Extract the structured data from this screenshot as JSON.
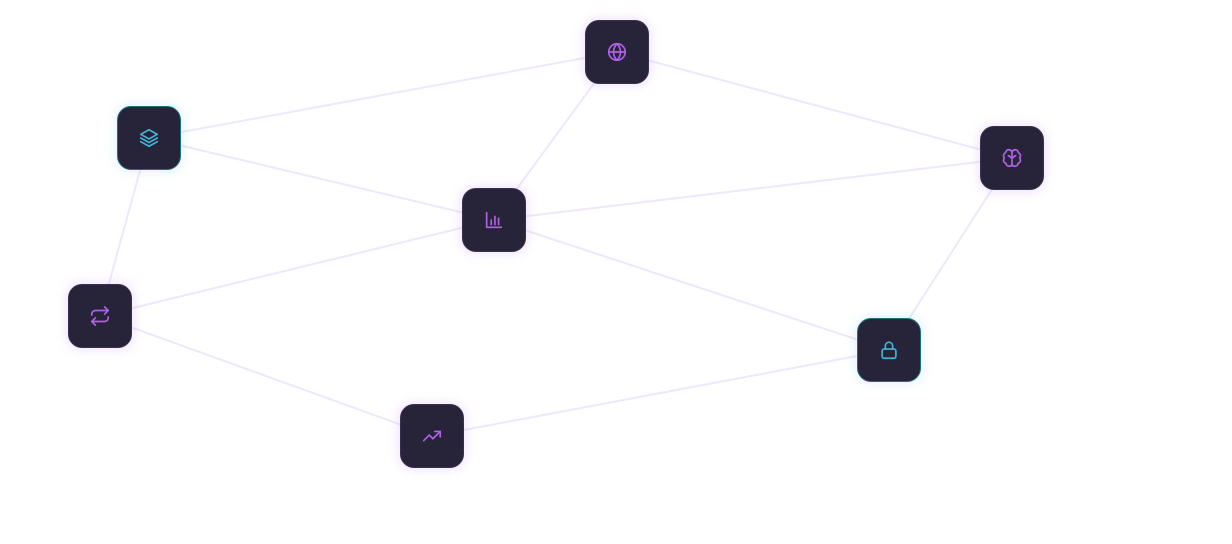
{
  "diagram": {
    "nodes": [
      {
        "id": "globe",
        "icon": "globe-icon",
        "accent": "#b062e6"
      },
      {
        "id": "layers",
        "icon": "layers-icon",
        "accent": "#3fb6d8"
      },
      {
        "id": "brain",
        "icon": "brain-icon",
        "accent": "#b062e6"
      },
      {
        "id": "chart",
        "icon": "bar-chart-icon",
        "accent": "#b062e6"
      },
      {
        "id": "repeat",
        "icon": "repeat-icon",
        "accent": "#b062e6"
      },
      {
        "id": "lock",
        "icon": "lock-icon",
        "accent": "#3fb6d8"
      },
      {
        "id": "trend",
        "icon": "trending-up-icon",
        "accent": "#b062e6"
      }
    ],
    "edges": [
      [
        "layers",
        "globe"
      ],
      [
        "globe",
        "brain"
      ],
      [
        "globe",
        "chart"
      ],
      [
        "layers",
        "chart"
      ],
      [
        "layers",
        "repeat"
      ],
      [
        "chart",
        "brain"
      ],
      [
        "chart",
        "repeat"
      ],
      [
        "chart",
        "lock"
      ],
      [
        "brain",
        "lock"
      ],
      [
        "repeat",
        "trend"
      ],
      [
        "trend",
        "lock"
      ]
    ],
    "colors": {
      "node_background": "#27243a",
      "edge": "#efe7fb",
      "purple_accent": "#b062e6",
      "cyan_accent": "#3fb6d8"
    }
  }
}
